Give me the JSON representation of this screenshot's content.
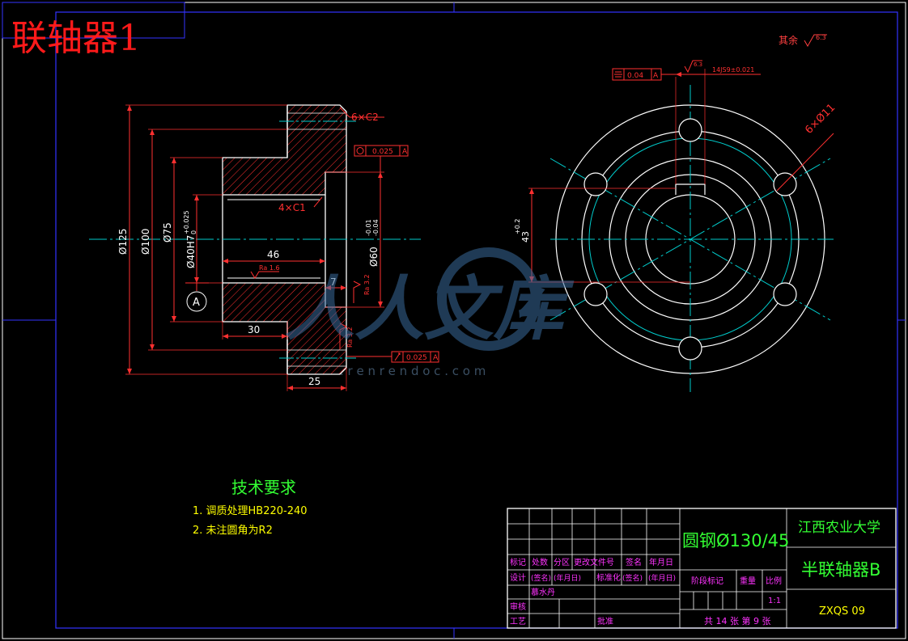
{
  "title": "联轴器1",
  "roughness_note": {
    "label": "其余",
    "value": "6.3"
  },
  "technical_requirements": {
    "heading": "技术要求",
    "items": [
      "1.  调质处理HB220-240",
      "2.  未注圆角为R2"
    ]
  },
  "dimensions": {
    "d125": "Ø125",
    "d100": "Ø100",
    "d75": "Ø75",
    "d40": "Ø40H7",
    "d40_tol_upper": "+0.025",
    "d40_tol_lower": "0",
    "d60": "Ø60",
    "d60_tol_upper": "-0.01",
    "d60_tol_lower": "-0.04",
    "len46": "46",
    "len30": "30",
    "len25": "25",
    "len7": "7",
    "chamfer_outer": "6×C2",
    "chamfer_inner": "4×C1",
    "holes": "6×Ø11",
    "key_depth": "43",
    "key_depth_tol": "+0.2",
    "key_width": "14JS9±0.021",
    "sym_tol": "0.04",
    "circ_tol": "0.025",
    "runout_tol": "0.025",
    "datum": "A",
    "ra_bore": "Ra 1.6",
    "ra_face": "Ra 3.2",
    "ra_face2": "Ra 3.2",
    "ra_key": "6.3"
  },
  "watermark": {
    "brand": "人人文库",
    "url": ". r e n r e n d o c . c o m"
  },
  "title_block": {
    "material": "圆钢Ø130/45",
    "school": "江西农业大学",
    "part_name": "半联轴器B",
    "drawing_no": "ZXQS    09",
    "scale": "1:1",
    "sheets": "共  14  张   第  9  张",
    "headers": [
      "标记",
      "处数",
      "分区",
      "更改文件号",
      "签名",
      "年月日"
    ],
    "design_row": [
      "设计",
      "(签名)",
      "(年月日)",
      "标准化",
      "(签名)",
      "(年月日)"
    ],
    "designer": "慕水丹",
    "stage_label": "阶段标记",
    "weight_label": "重量",
    "scale_label": "比例",
    "review_label": "审核",
    "process_label": "工艺",
    "approve_label": "批准"
  }
}
